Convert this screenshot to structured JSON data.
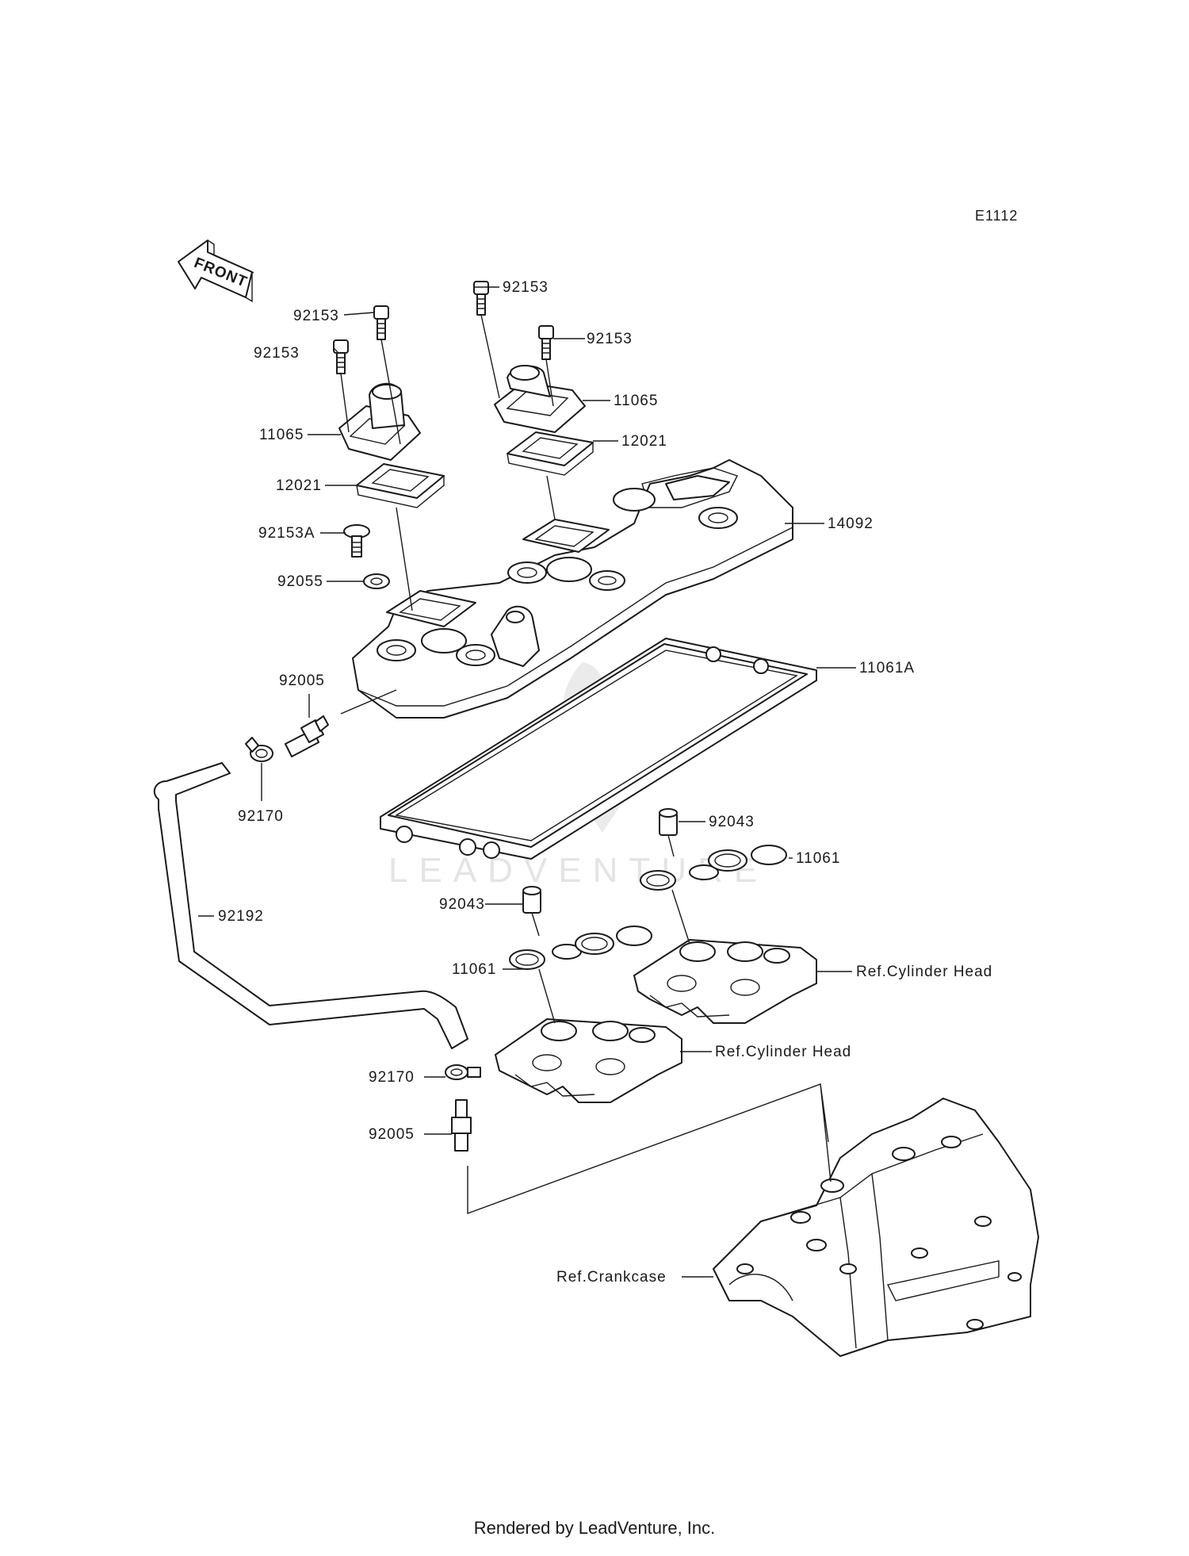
{
  "diagram_code": "E1112",
  "front_arrow_text": "FRONT",
  "watermark": "LEADVENTURE",
  "footer": "Rendered by LeadVenture, Inc.",
  "labels": {
    "p92153_a": "92153",
    "p92153_b": "92153",
    "p92153_c": "92153",
    "p92153_d": "92153",
    "p11065_l": "11065",
    "p11065_r": "11065",
    "p12021_l": "12021",
    "p12021_r": "12021",
    "p92153A": "92153A",
    "p92055": "92055",
    "p14092": "14092",
    "p11061A": "11061A",
    "p92005_top": "92005",
    "p92170_top": "92170",
    "p92043_r": "92043",
    "p11061_r": "11061",
    "p92192": "92192",
    "p92043_l": "92043",
    "p11061_l": "11061",
    "ref_head_r": "Ref.Cylinder Head",
    "ref_head_l": "Ref.Cylinder Head",
    "p92170_bot": "92170",
    "p92005_bot": "92005",
    "ref_crankcase": "Ref.Crankcase"
  }
}
